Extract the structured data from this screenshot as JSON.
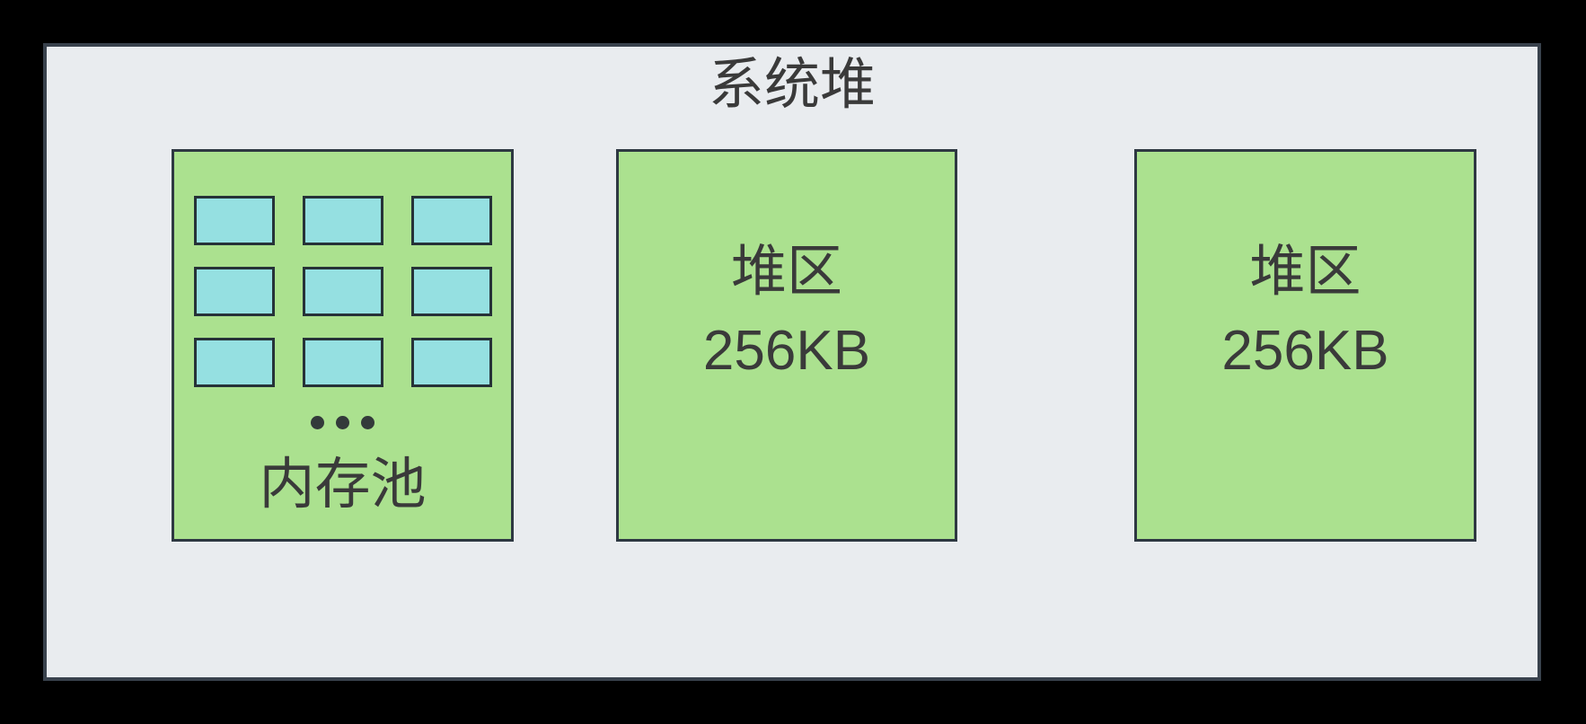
{
  "diagram": {
    "title": "系统堆",
    "memory_pool": {
      "label": "内存池",
      "block_rows": 3,
      "block_cols": 3,
      "ellipsis_dots": 3
    },
    "heap_regions": [
      {
        "label": "堆区",
        "size": "256KB"
      },
      {
        "label": "堆区",
        "size": "256KB"
      }
    ]
  },
  "colors": {
    "page_background": "#000000",
    "container_background": "#e9ecef",
    "container_border": "#39424d",
    "box_fill": "#abe18f",
    "box_border": "#2e3842",
    "block_fill": "#95e0e1",
    "block_border": "#263238",
    "text": "#3a3a3a",
    "dot": "#333a3a"
  }
}
